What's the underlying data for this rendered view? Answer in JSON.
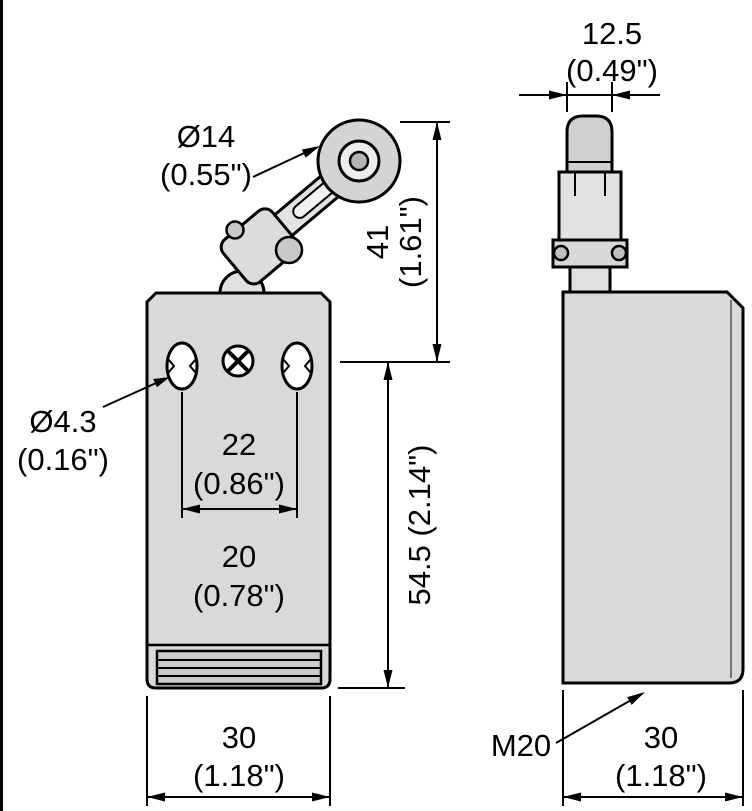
{
  "drawing": {
    "type": "technical-dimension-drawing",
    "subject": "limit switch with roller lever, front and side views",
    "units": "mm (inches)",
    "colors": {
      "body_fill": "#d9d9d9",
      "line": "#000000",
      "background": "#ffffff"
    },
    "front_view": {
      "roller_dia": "Ø14",
      "roller_dia_in": "(0.55\")",
      "lever_mm": "41",
      "lever_in": "(1.61\")",
      "hole_dia": "Ø4.3",
      "hole_dia_in": "(0.16\")",
      "spacing_mm": "22",
      "spacing_in": "(0.86\")",
      "depth_mm": "20",
      "depth_in": "(0.78\")",
      "height": "54.5 (2.14\")",
      "width_mm": "30",
      "width_in": "(1.18\")"
    },
    "side_view": {
      "top_mm": "12.5",
      "top_in": "(0.49\")",
      "thread": "M20",
      "width_mm": "30",
      "width_in": "(1.18\")"
    }
  }
}
